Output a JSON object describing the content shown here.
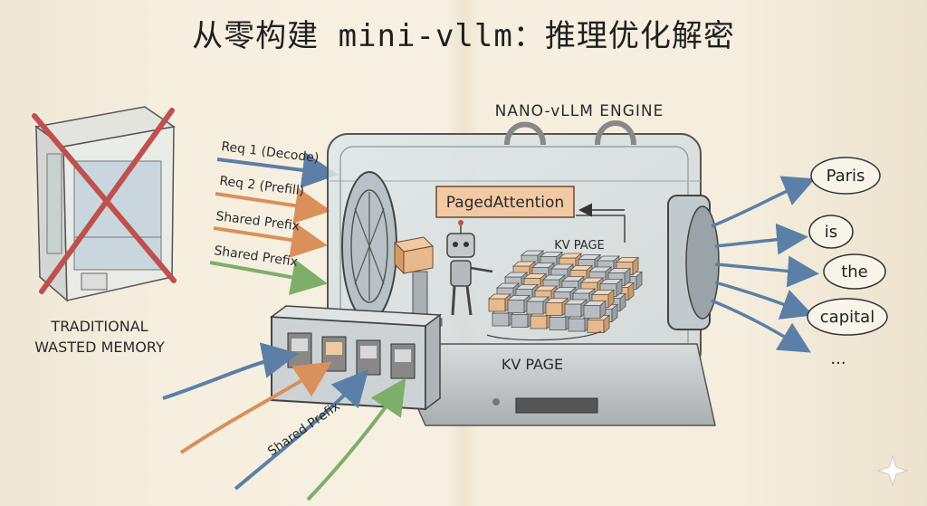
{
  "title": "从零构建 mini-vllm：推理优化解密",
  "engine_label": "NANO-vLLM ENGINE",
  "paged_attention_label": "PagedAttention",
  "kv_page_top_label": "KV PAGE",
  "kv_page_bottom_label": "KV PAGE",
  "traditional_label_line1": "TRADITIONAL",
  "traditional_label_line2": "WASTED MEMORY",
  "requests": [
    {
      "label": "Req 1 (Decode)",
      "color": "#5b7fa6"
    },
    {
      "label": "Req 2 (Prefill)",
      "color": "#d9905a"
    },
    {
      "label": "Shared Prefix",
      "color": "#d9905a"
    },
    {
      "label": "Shared Prefix",
      "color": "#7fae6a"
    }
  ],
  "bottom_arrow_label": "Shared Prefix",
  "output_tokens": [
    "Paris",
    "is",
    "the",
    "capital",
    "..."
  ],
  "colors": {
    "paper": "#f3ecdd",
    "blue_arrow": "#5b7fa6",
    "orange_arrow": "#d9905a",
    "green_arrow": "#7fae6a",
    "cube_orange": "#e8b98c",
    "cube_gray": "#b7bcc1",
    "paged_box": "#f2c9a5",
    "strike_red": "#c0504d"
  }
}
